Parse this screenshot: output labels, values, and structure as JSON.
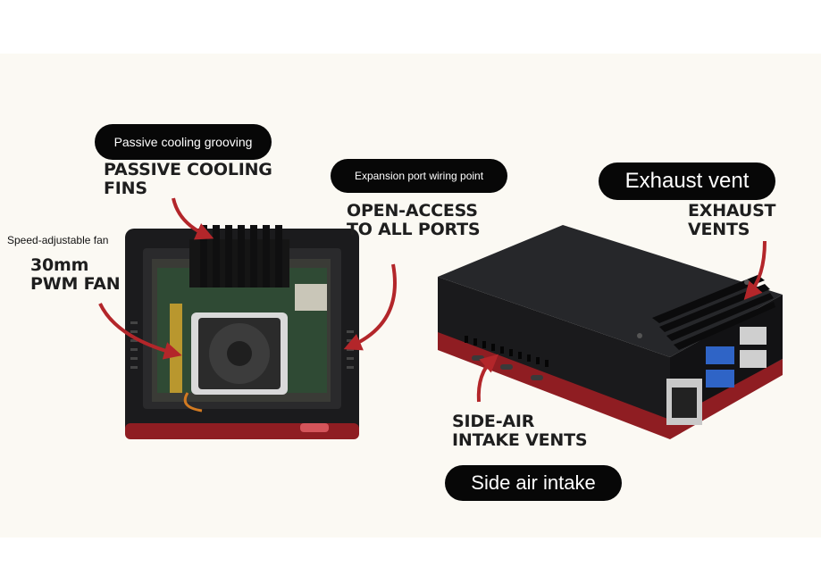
{
  "pills": {
    "passive_cooling": "Passive cooling grooving",
    "expansion_port": "Expansion port wiring point",
    "exhaust_vent": "Exhaust vent",
    "side_air": "Side air intake"
  },
  "notes": {
    "fan": "Speed-adjustable fan"
  },
  "captions": {
    "cooling_fins": [
      "PASSIVE COOLING",
      "FINS"
    ],
    "pwm_fan": [
      "30mm",
      "PWM FAN"
    ],
    "open_access": [
      "OPEN-ACCESS",
      "TO ALL PORTS"
    ],
    "exhaust_vents": [
      "EXHAUST",
      "VENTS"
    ],
    "side_air_vents": [
      "SIDE-AIR",
      "INTAKE VENTS"
    ]
  },
  "colors": {
    "accent_red": "#b3262a",
    "case_black": "#1b1b1d",
    "pill_bg": "#070707",
    "usb_blue": "#2f64c6"
  }
}
